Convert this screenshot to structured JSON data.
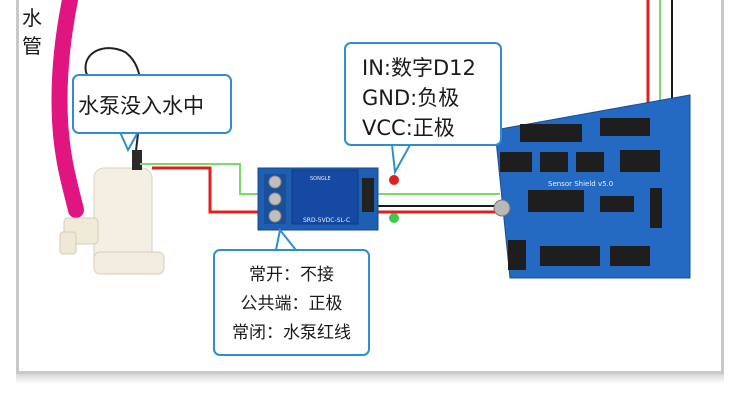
{
  "hose_label": [
    "水",
    "管"
  ],
  "pump_callout": "水泵没入水中",
  "pin_callout": [
    "IN:数字D12",
    "GND:负极",
    "VCC:正极"
  ],
  "relay_callout": [
    "常开：不接",
    "公共端：正极",
    "常闭：水泵红线"
  ],
  "relay_part_text": "SRD-5VDC-SL-C",
  "relay_brand": "SONGLE",
  "shield_text": "Sensor Shield v5.0",
  "colors": {
    "hose": "#e0157f",
    "callout_border": "#2e8fd0",
    "wire_red": "#e0201d",
    "wire_green": "#7fd86a",
    "wire_black": "#1a1a1a",
    "relay_board": "#1f5fb3",
    "shield_board": "#2469c2"
  }
}
